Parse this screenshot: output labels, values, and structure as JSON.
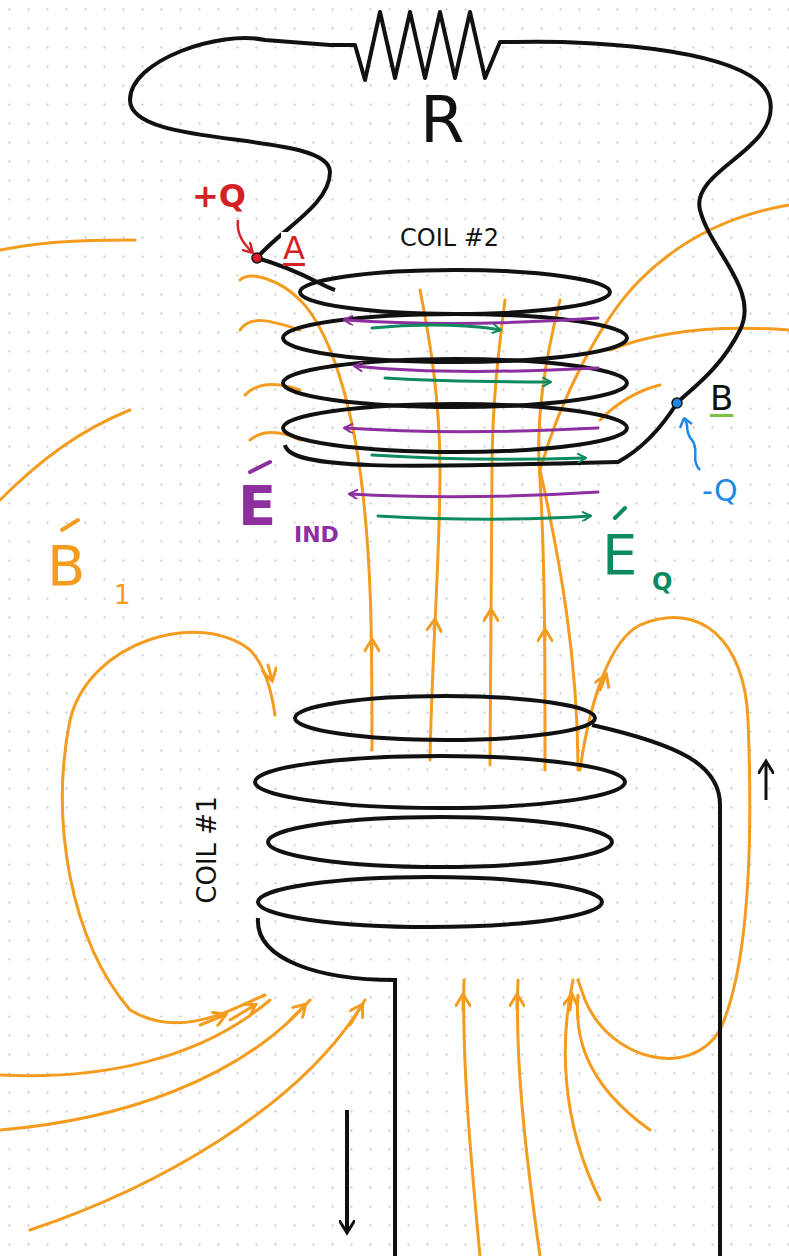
{
  "diagram": {
    "labels": [
      "R",
      "+Q",
      "A",
      "COIL #2",
      "B",
      "-Q",
      "E",
      "IND",
      "E",
      "Q",
      "B",
      "1",
      "COIL #1"
    ]
  }
}
